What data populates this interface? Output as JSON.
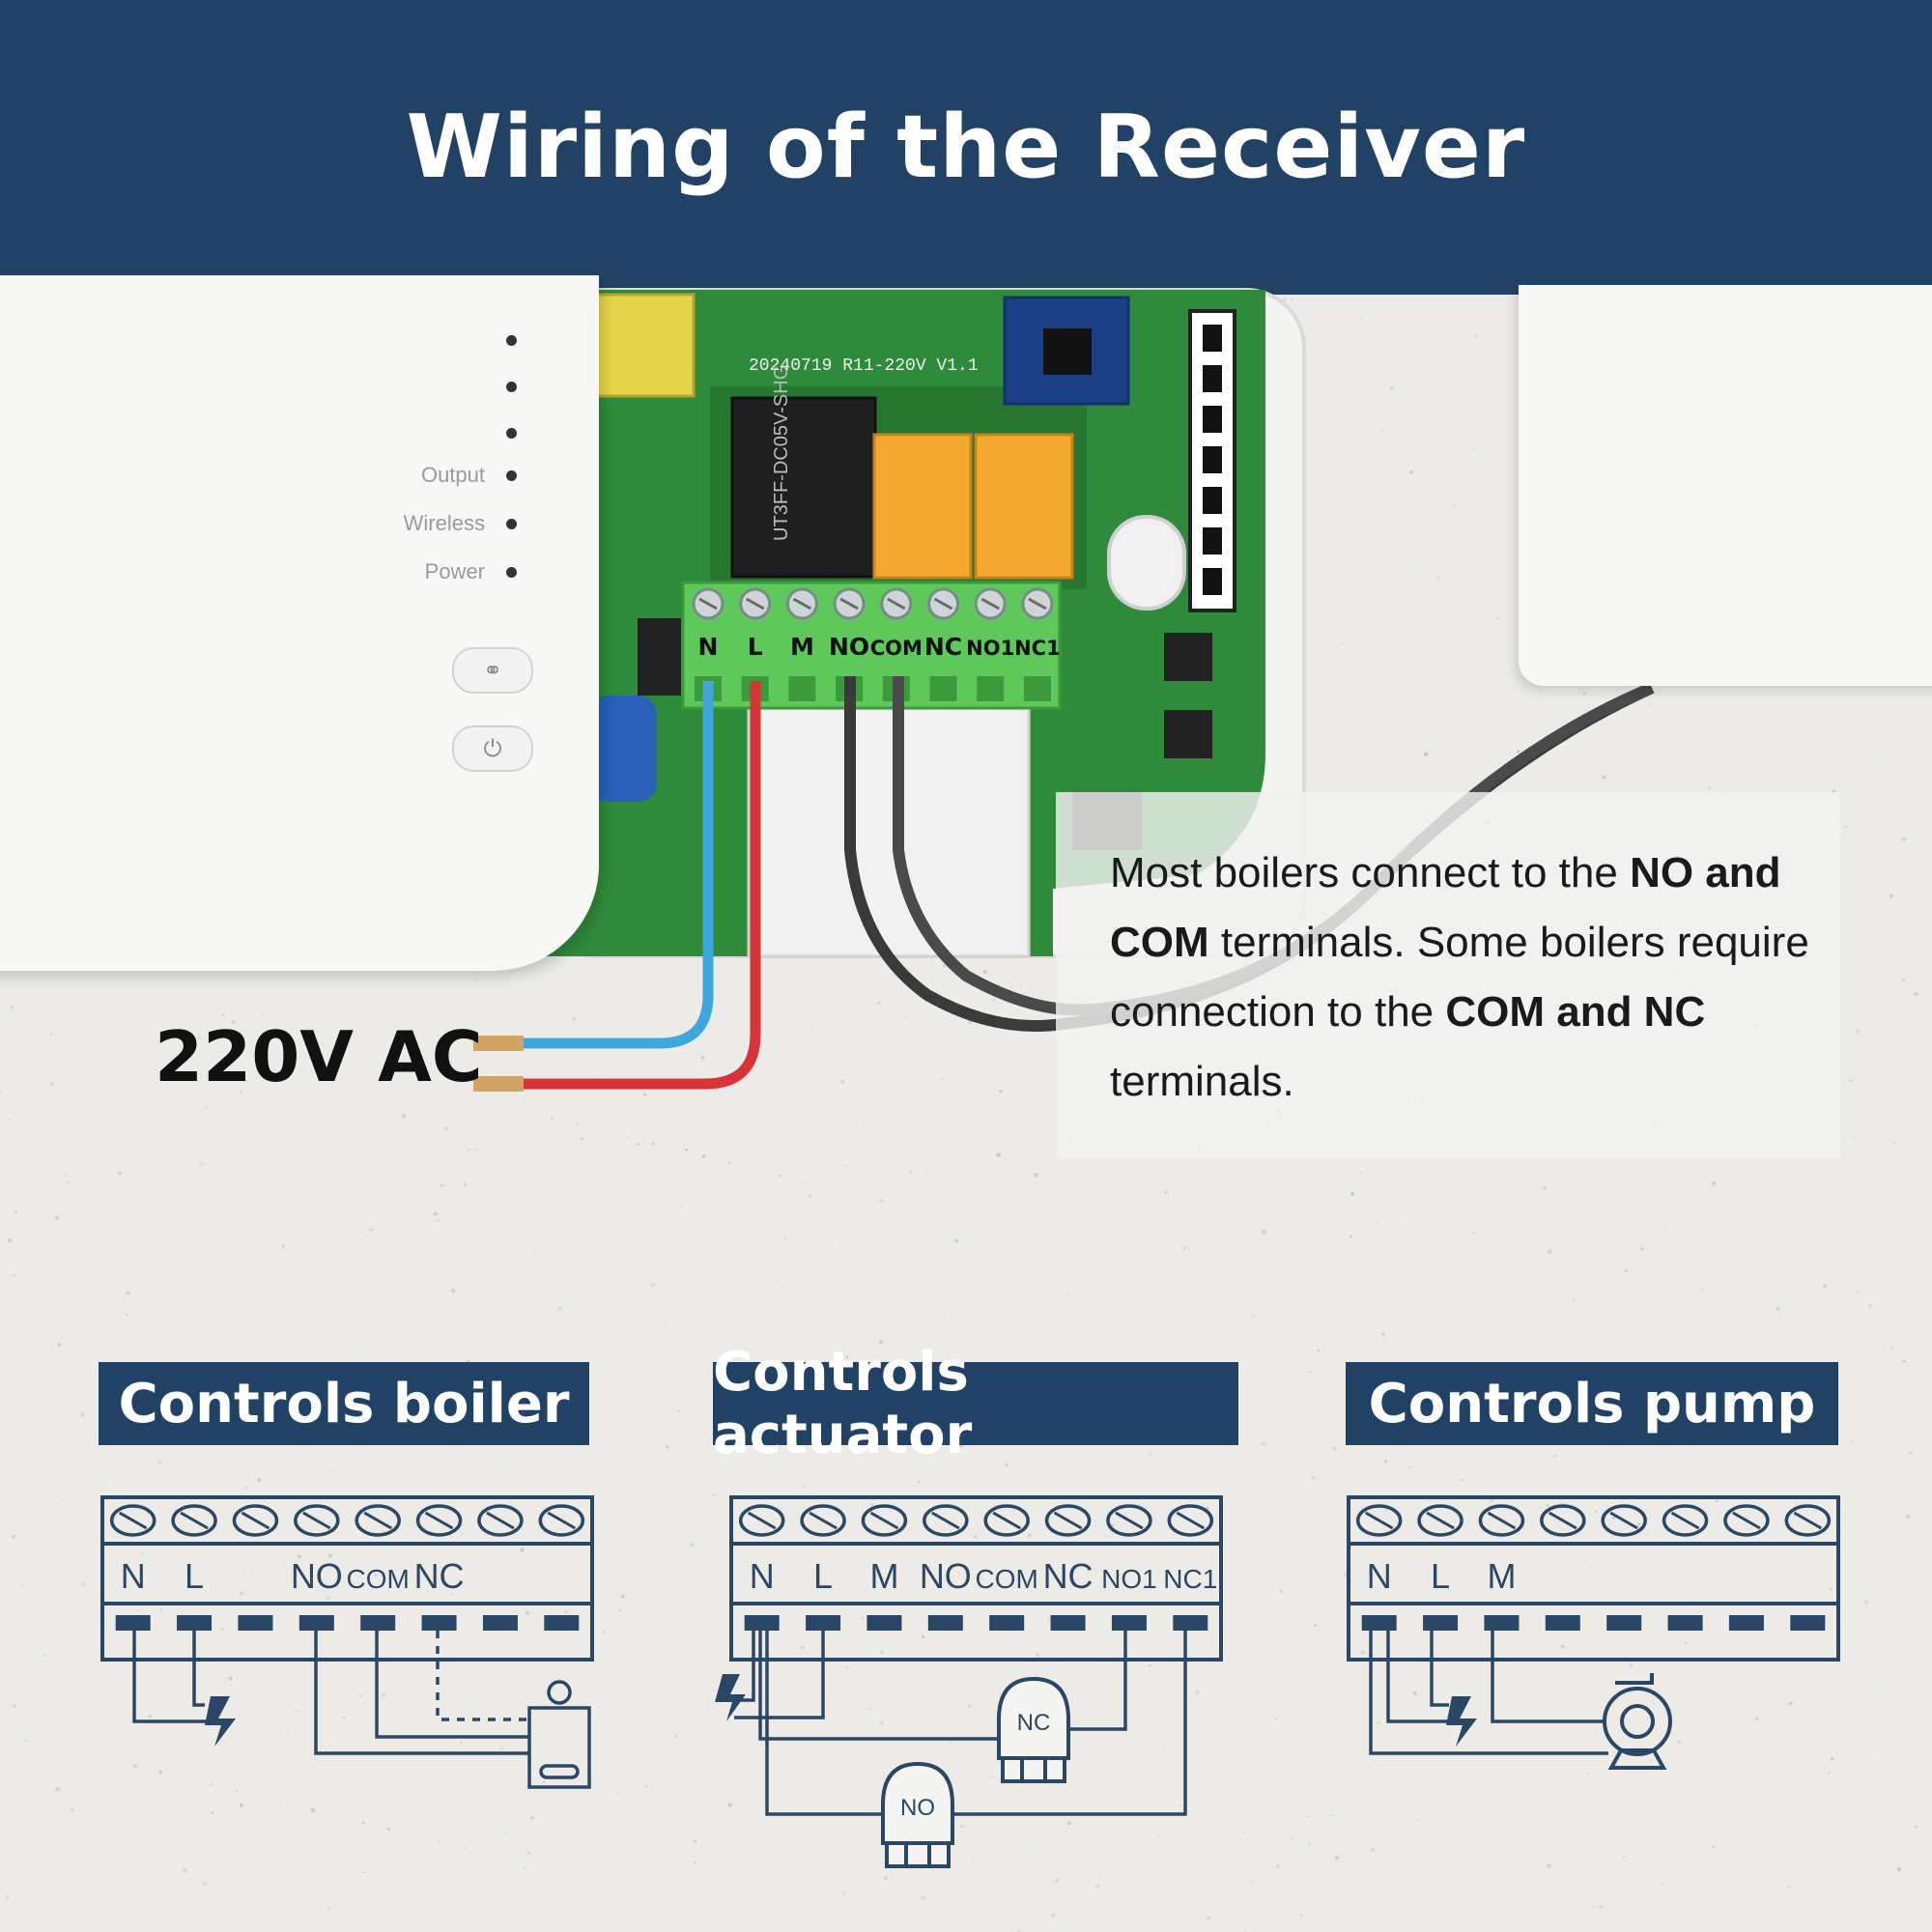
{
  "title": "Wiring of the Receiver",
  "device": {
    "indicators": [
      "Output",
      "Wireless",
      "Power"
    ],
    "board_marking": "20240719 R11-220V V1.1",
    "terminals": [
      "N",
      "L",
      "M",
      "NO",
      "COM",
      "NC",
      "NO1",
      "NC1"
    ]
  },
  "supply_label": "220V AC",
  "note": {
    "p1": "Most boilers connect to the ",
    "b1": "NO and COM",
    "p2": " terminals. Some boilers require connection to the ",
    "b2": "COM and NC",
    "p3": " terminals."
  },
  "sections": [
    {
      "title": "Controls boiler",
      "labels": [
        "N",
        "L",
        "",
        "NO",
        "COM",
        "NC",
        "",
        ""
      ]
    },
    {
      "title": "Controls actuator",
      "labels": [
        "N",
        "L",
        "M",
        "NO",
        "COM",
        "NC",
        "NO1",
        "NC1"
      ],
      "valves": [
        "NC",
        "NO"
      ]
    },
    {
      "title": "Controls pump",
      "labels": [
        "N",
        "L",
        "M",
        "",
        "",
        "",
        "",
        ""
      ]
    }
  ],
  "colors": {
    "header": "#224265",
    "line": "#2b4766",
    "pcb": "#2f8a3c",
    "terminal": "#5ec95a",
    "wire_blue": "#3ea8dc",
    "wire_red": "#d6333a",
    "wire_gray": "#3a3a3a"
  }
}
